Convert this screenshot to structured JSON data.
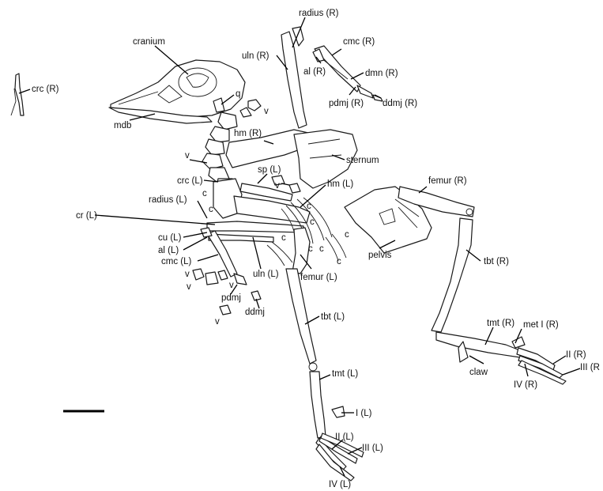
{
  "labels": {
    "crc_r": "crc (R)",
    "cranium": "cranium",
    "radius_r": "radius (R)",
    "uln_r": "uln (R)",
    "cmc_r": "cmc (R)",
    "al_r": "al (R)",
    "dmn_r": "dmn (R)",
    "pdmj_r": "pdmj (R)",
    "ddmj_r": "ddmj (R)",
    "q": "q",
    "v_top": "v",
    "mdb": "mdb",
    "hm_r": "hm (R)",
    "sternum": "sternum",
    "v_neck": "v",
    "crc_l": "crc (L)",
    "sp_l": "sp (L)",
    "v_sp": "v",
    "radius_l": "radius (L)",
    "hm_l": "hm (L)",
    "femur_r": "femur (R)",
    "cr_l": "cr (L)",
    "c1": "c",
    "c2": "c",
    "c3": "c",
    "c4": "c",
    "c5": "c",
    "c6": "c",
    "c7": "c",
    "c8": "c",
    "c9": "c",
    "cu_l": "cu (L)",
    "al_l": "al (L)",
    "cmc_l": "cmc (L)",
    "uln_l": "uln (L)",
    "femur_l": "femur (L)",
    "pelvis": "pelvis",
    "tbt_r": "tbt (R)",
    "v_w1": "v",
    "v_w2": "v",
    "v_w3": "v",
    "v_w4": "v",
    "pdmj": "pdmj",
    "ddmj": "ddmj",
    "tbt_l": "tbt (L)",
    "tmt_r": "tmt (R)",
    "met_i_r": "met I (R)",
    "ii_r": "II (R)",
    "iii_r": "III (R",
    "claw": "claw",
    "iv_r": "IV (R)",
    "tmt_l": "tmt (L)",
    "i_l": "I (L)",
    "ii_l": "II (L)",
    "iii_l": "III (L)",
    "iv_l": "IV (L)"
  }
}
